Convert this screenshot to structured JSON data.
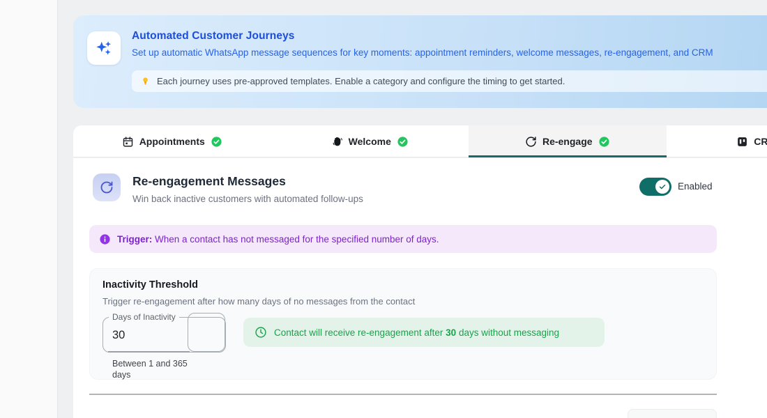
{
  "banner": {
    "title": "Automated Customer Journeys",
    "subtitle": "Set up automatic WhatsApp message sequences for key moments: appointment reminders, welcome messages, re-engagement, and CRM",
    "tip": "Each journey uses pre-approved templates. Enable a category and configure the timing to get started.",
    "icon": "sparkles-icon"
  },
  "tabs": [
    {
      "label": "Appointments",
      "icon": "calendar-icon",
      "badge": "check-circle",
      "active": false
    },
    {
      "label": "Welcome",
      "icon": "wave-icon",
      "badge": "check-circle",
      "active": false
    },
    {
      "label": "Re-engage",
      "icon": "refresh-icon",
      "badge": "check-circle",
      "active": true
    },
    {
      "label": "CRM",
      "icon": "kanban-icon",
      "badge": "check-circle",
      "active": false
    }
  ],
  "section": {
    "title": "Re-engagement Messages",
    "subtitle": "Win back inactive customers with automated follow-ups",
    "icon": "refresh-icon",
    "toggle_on": true,
    "toggle_label": "Enabled"
  },
  "trigger": {
    "label": "Trigger:",
    "text": "When a contact has not messaged for the specified number of days."
  },
  "threshold": {
    "title": "Inactivity Threshold",
    "description": "Trigger re-engagement after how many days of no messages from the contact",
    "field_label": "Days of Inactivity",
    "field_value": "30",
    "helper": "Between 1 and 365 days",
    "note_prefix": "Contact will receive re-engagement after",
    "note_value": "30",
    "note_suffix": "days without messaging",
    "note_icon": "clock-icon"
  },
  "colors": {
    "accent_teal": "#17696b",
    "toggle_teal": "#0f6e68",
    "banner_blue_start": "#dcedfc",
    "banner_blue_end": "#b2d5f2",
    "title_blue": "#1d4ed8",
    "subtitle_blue": "#2563eb",
    "trigger_purple_bg": "#f5e8fb",
    "trigger_purple_text": "#7e22ce",
    "note_green_bg": "#e4f3e9",
    "note_green_text": "#16a34a",
    "badge_green": "#22c55e"
  }
}
